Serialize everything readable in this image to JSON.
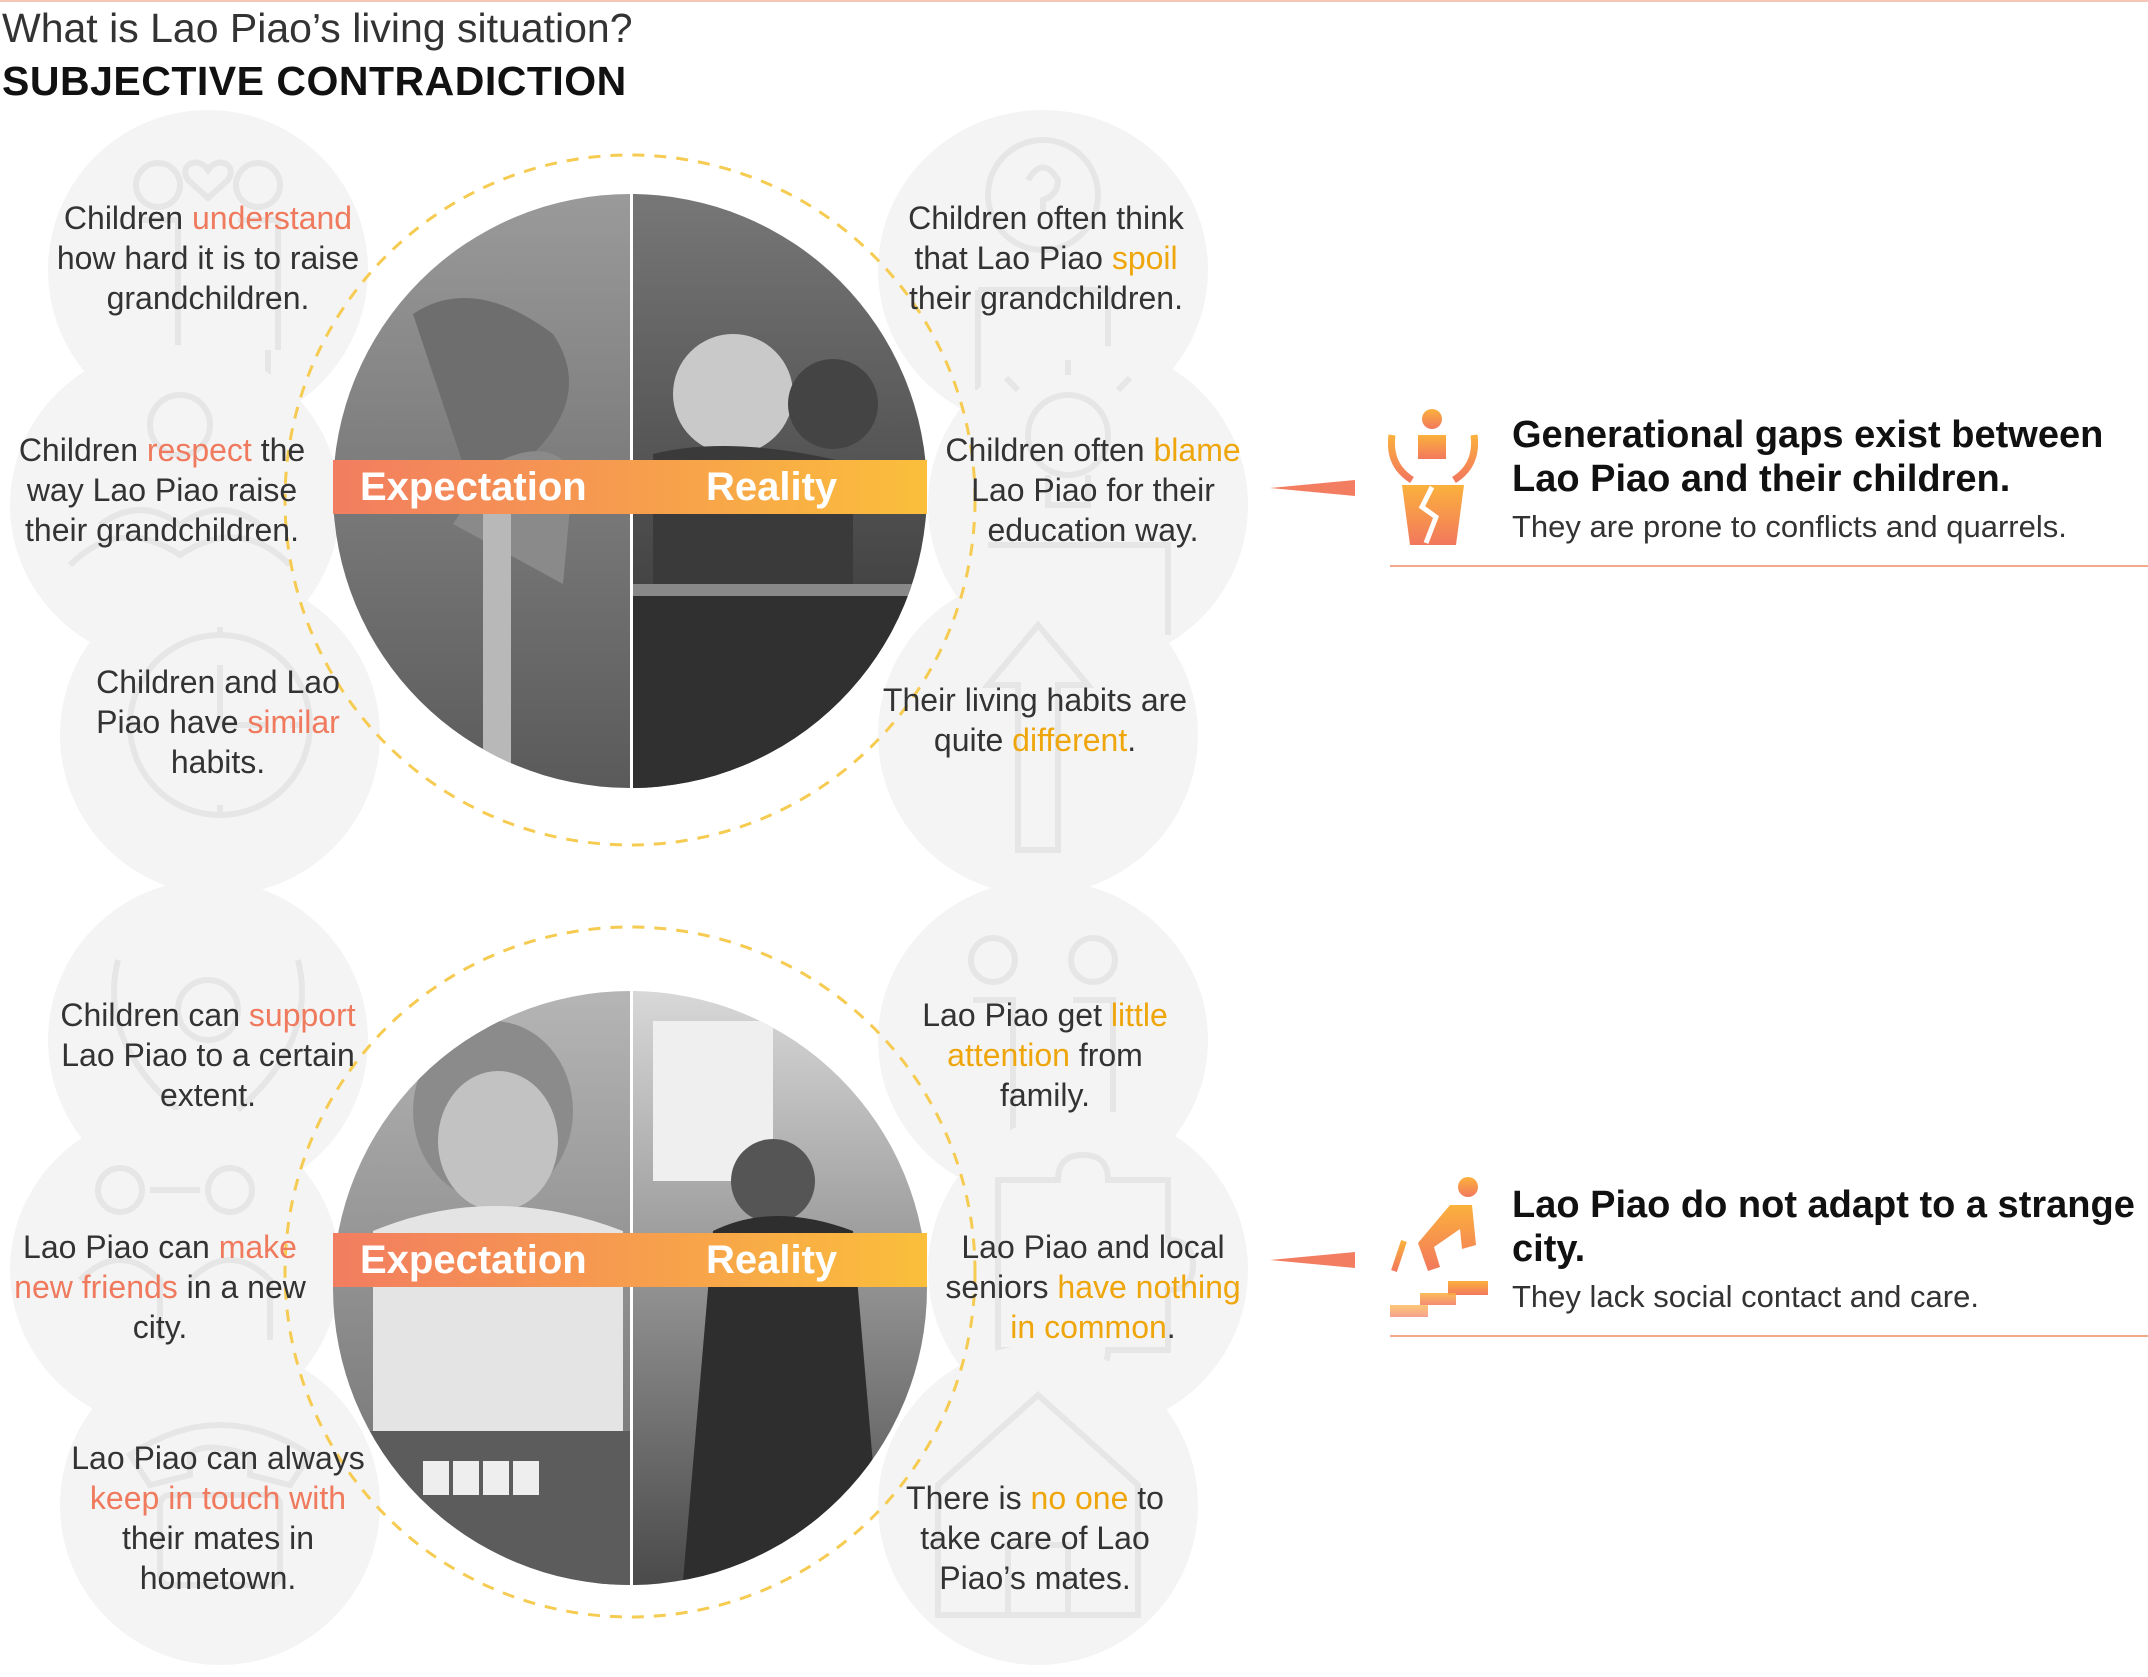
{
  "header": {
    "question": "What is Lao Piao’s living situation?",
    "title": "SUBJECTIVE CONTRADICTION"
  },
  "colors": {
    "expectation_accent": "#ef7a5d",
    "reality_accent": "#eea60c",
    "bubble_bg": "#f4f4f4"
  },
  "section1": {
    "band": {
      "expectation": "Expectation",
      "reality": "Reality"
    },
    "expectations": [
      {
        "icon": "couple-heart-icon",
        "pre": "Children ",
        "hl": "understand",
        "post": " how hard it is to raise grandchildren."
      },
      {
        "icon": "hands-heart-icon",
        "pre": "Children ",
        "hl": "respect",
        "post": " the way Lao Piao raise their grandchildren."
      },
      {
        "icon": "clock-icon",
        "pre": "Children and Lao Piao have ",
        "hl": "similar",
        "post": " habits."
      }
    ],
    "realities": [
      {
        "icon": "question-head-icon",
        "pre": "Children often think that Lao Piao ",
        "hl": "spoil",
        "post": " their grandchildren."
      },
      {
        "icon": "lightbulb-icon",
        "pre": "Children often ",
        "hl": "blame",
        "post": " Lao Piao for their education way."
      },
      {
        "icon": "arrow-up-icon",
        "pre": "Their living habits are quite ",
        "hl": "different",
        "post": "."
      }
    ],
    "conclusion": {
      "icon": "broken-family-icon",
      "title": "Generational gaps exist between Lao Piao and their children.",
      "subtitle": "They are prone to conflicts and quarrels."
    }
  },
  "section2": {
    "band": {
      "expectation": "Expectation",
      "reality": "Reality"
    },
    "expectations": [
      {
        "icon": "supporting-hands-icon",
        "pre": "Children can ",
        "hl": "support",
        "post": " Lao Piao to a certain extent."
      },
      {
        "icon": "people-connect-icon",
        "pre": "Lao Piao can ",
        "hl": "make new friends",
        "post": " in a new city."
      },
      {
        "icon": "phone-icon",
        "pre": "Lao Piao can always ",
        "hl": "keep in touch with",
        "post": " their mates in hometown."
      }
    ],
    "realities": [
      {
        "icon": "family-icon",
        "pre": "Lao Piao get ",
        "hl": "little attention",
        "post": " from family."
      },
      {
        "icon": "puzzle-icon",
        "pre": "Lao Piao and local seniors ",
        "hl": "have nothing in common",
        "post": "."
      },
      {
        "icon": "empty-house-icon",
        "pre": "There is ",
        "hl": "no one",
        "post": " to take care of Lao Piao’s mates."
      }
    ],
    "conclusion": {
      "icon": "person-stairs-icon",
      "title": "Lao Piao do not adapt to a strange city.",
      "subtitle": "They lack social contact and care."
    }
  }
}
